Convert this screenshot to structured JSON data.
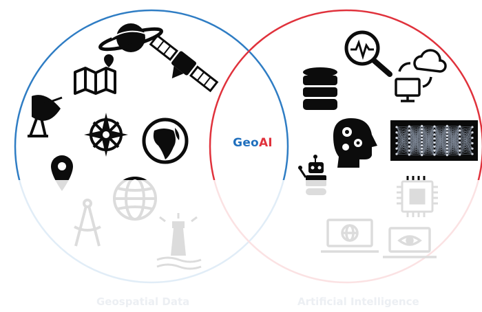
{
  "diagram": {
    "center_label": {
      "part1": "Geo",
      "part2": "AI"
    },
    "left_circle": {
      "caption": "Geospatial Data"
    },
    "right_circle": {
      "caption": "Artificial Intelligence"
    },
    "colors": {
      "left_circle": "#2f7dc4",
      "right_circle": "#e0323c",
      "geo_text": "#1f6fbd",
      "ai_text": "#e0323c",
      "icon": "#0c0c0c",
      "neural_panel": "#0a0a0a"
    },
    "left_icons": [
      "planet-icon",
      "map-icon",
      "satellite-icon",
      "satellite-dish-icon",
      "compass-rose-icon",
      "globe-icon",
      "location-pin-icon",
      "wireframe-globe-icon",
      "drafting-compass-icon",
      "lighthouse-icon"
    ],
    "right_icons": [
      "database-icon",
      "magnifier-signal-icon",
      "cloud-sync-icon",
      "brain-gears-icon",
      "neural-network-icon",
      "robot-icon",
      "microchip-icon",
      "laptop-globe-icon",
      "laptop-eye-icon"
    ]
  }
}
